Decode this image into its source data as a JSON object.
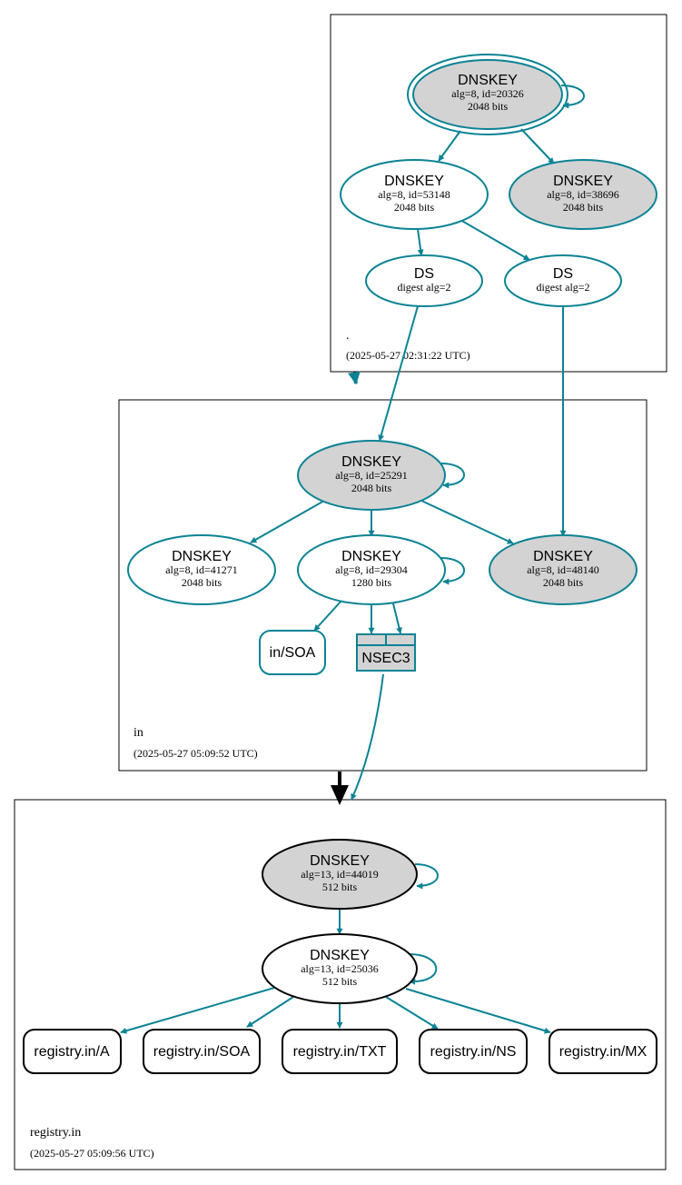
{
  "colors": {
    "edge": "#0b8394",
    "secure_entry": "#d3d3d3",
    "black": "#000000"
  },
  "zones": {
    "root": {
      "name": ".",
      "time": "(2025-05-27 02:31:22 UTC)"
    },
    "in": {
      "name": "in",
      "time": "(2025-05-27 05:09:52 UTC)"
    },
    "registry": {
      "name": "registry.in",
      "time": "(2025-05-27 05:09:56 UTC)"
    }
  },
  "nodes": {
    "root_ksk": {
      "type": "DNSKEY",
      "l1": "alg=8, id=20326",
      "l2": "2048 bits"
    },
    "root_zsk": {
      "type": "DNSKEY",
      "l1": "alg=8, id=53148",
      "l2": "2048 bits"
    },
    "root_k3": {
      "type": "DNSKEY",
      "l1": "alg=8, id=38696",
      "l2": "2048 bits"
    },
    "root_ds1": {
      "type": "DS",
      "l1": "digest alg=2"
    },
    "root_ds2": {
      "type": "DS",
      "l1": "digest alg=2"
    },
    "in_ksk": {
      "type": "DNSKEY",
      "l1": "alg=8, id=25291",
      "l2": "2048 bits"
    },
    "in_k1": {
      "type": "DNSKEY",
      "l1": "alg=8, id=41271",
      "l2": "2048 bits"
    },
    "in_zsk": {
      "type": "DNSKEY",
      "l1": "alg=8, id=29304",
      "l2": "1280 bits"
    },
    "in_k3": {
      "type": "DNSKEY",
      "l1": "alg=8, id=48140",
      "l2": "2048 bits"
    },
    "in_soa": {
      "label": "in/SOA"
    },
    "in_nsec3": {
      "label": "NSEC3"
    },
    "reg_ksk": {
      "type": "DNSKEY",
      "l1": "alg=13, id=44019",
      "l2": "512 bits"
    },
    "reg_zsk": {
      "type": "DNSKEY",
      "l1": "alg=13, id=25036",
      "l2": "512 bits"
    },
    "reg_a": {
      "label": "registry.in/A"
    },
    "reg_soa": {
      "label": "registry.in/SOA"
    },
    "reg_txt": {
      "label": "registry.in/TXT"
    },
    "reg_ns": {
      "label": "registry.in/NS"
    },
    "reg_mx": {
      "label": "registry.in/MX"
    }
  }
}
